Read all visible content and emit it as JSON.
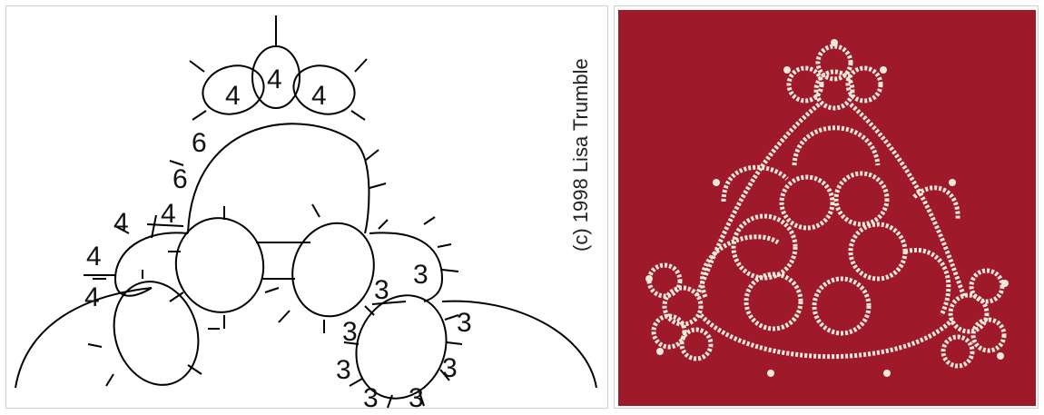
{
  "copyright": "(c) 1998 Lisa Trumble",
  "stitch_labels": {
    "top_left_ring": "4",
    "top_center_ring": "4",
    "top_right_ring": "4",
    "chain_upper_1": "6",
    "chain_upper_2": "6",
    "chain_left_a": "4",
    "chain_left_b": "4",
    "chain_left_c": "4",
    "chain_left_d": "4",
    "right_chain_a": "3",
    "right_chain_b": "3",
    "right_ring_1": "3",
    "right_ring_2": "3",
    "right_ring_3": "3",
    "right_ring_4": "3",
    "right_ring_5": "3",
    "right_ring_6": "3"
  },
  "photo": {
    "subject": "tatted-lace-triangle",
    "background_color": "#9e1a2a",
    "thread_color": "#efe9dc"
  }
}
